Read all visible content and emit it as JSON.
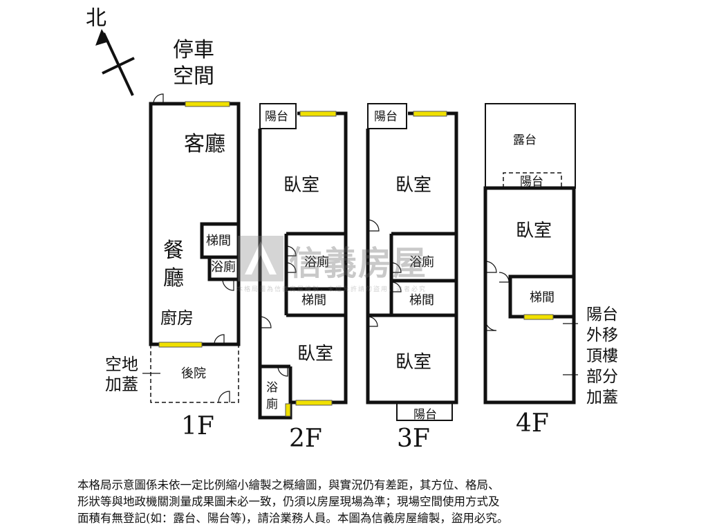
{
  "compass": {
    "north_label": "北"
  },
  "parking": {
    "line1": "停車",
    "line2": "空間"
  },
  "floor1": {
    "label": "1F",
    "living_room": "客廳",
    "dining_line1": "餐",
    "dining_line2": "廳",
    "stairs": "梯間",
    "bath": "浴廁",
    "kitchen": "廚房",
    "backyard": "後院",
    "addon_line1": "空地",
    "addon_line2": "加蓋"
  },
  "floor2": {
    "label": "2F",
    "balcony": "陽台",
    "bedroom_front": "臥室",
    "bath": "浴廁",
    "stairs": "梯間",
    "bedroom_back": "臥室",
    "bath2_line1": "浴",
    "bath2_line2": "廁"
  },
  "floor3": {
    "label": "3F",
    "balcony_front": "陽台",
    "bedroom_front": "臥室",
    "bath": "浴廁",
    "stairs": "梯間",
    "bedroom_back": "臥室",
    "balcony_back": "陽台"
  },
  "floor4": {
    "label": "4F",
    "terrace": "露台",
    "balcony": "陽台",
    "bedroom": "臥室",
    "stairs": "梯間",
    "note_line1": "陽台",
    "note_line2": "外移",
    "note_line3": "頂樓",
    "note_line4": "部分",
    "note_line5": "加蓋"
  },
  "watermark": {
    "brand": "信義房屋",
    "fine_print": "本格局圖為信義房屋繪製，未經允許請勿盜用，違者必究"
  },
  "disclaimer": {
    "line1": "本格局示意圖係未依一定比例縮小繪製之概繪圖，與實況仍有差距，其方位、格局、",
    "line2": "形狀等與地政機關測量成果圖未必一致，仍須以房屋現場為準；現場空間使用方式及",
    "line3": "面積有無登記(如：露台、陽台等)，請洽業務人員。本圖為信義房屋繪製，盜用必究。"
  },
  "colors": {
    "wall": "#111111",
    "window": "#f0e000",
    "background": "#ffffff"
  }
}
